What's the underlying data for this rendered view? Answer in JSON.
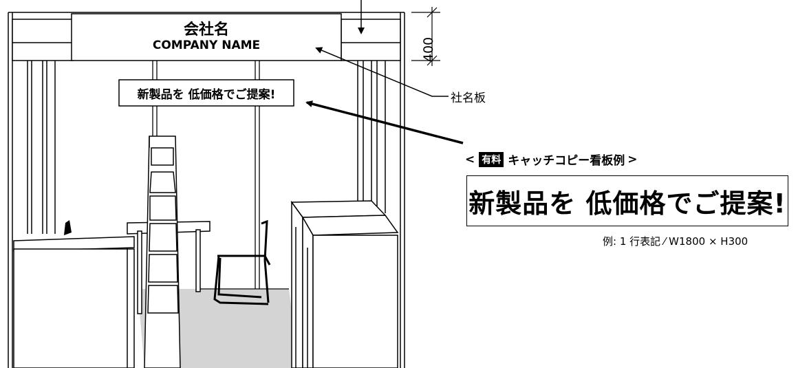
{
  "company_sign": {
    "name_ja": "会社名",
    "name_en": "COMPANY NAME"
  },
  "small_sign": {
    "text": "新製品を 低価格でご提案!"
  },
  "nameplate_label": "社名板",
  "catch_copy": {
    "bracket_open": "<",
    "badge": "有料",
    "title": "キャッチコピー看板例",
    "bracket_close": ">"
  },
  "big_sign": {
    "text": "新製品を 低価格でご提案!"
  },
  "spec_note": "例: 1 行表記 ⁄ W1800 × H300",
  "dimension": {
    "value": "400"
  },
  "colors": {
    "floor": "#d4d4d4",
    "line": "#000000",
    "badge_bg": "#000000"
  }
}
